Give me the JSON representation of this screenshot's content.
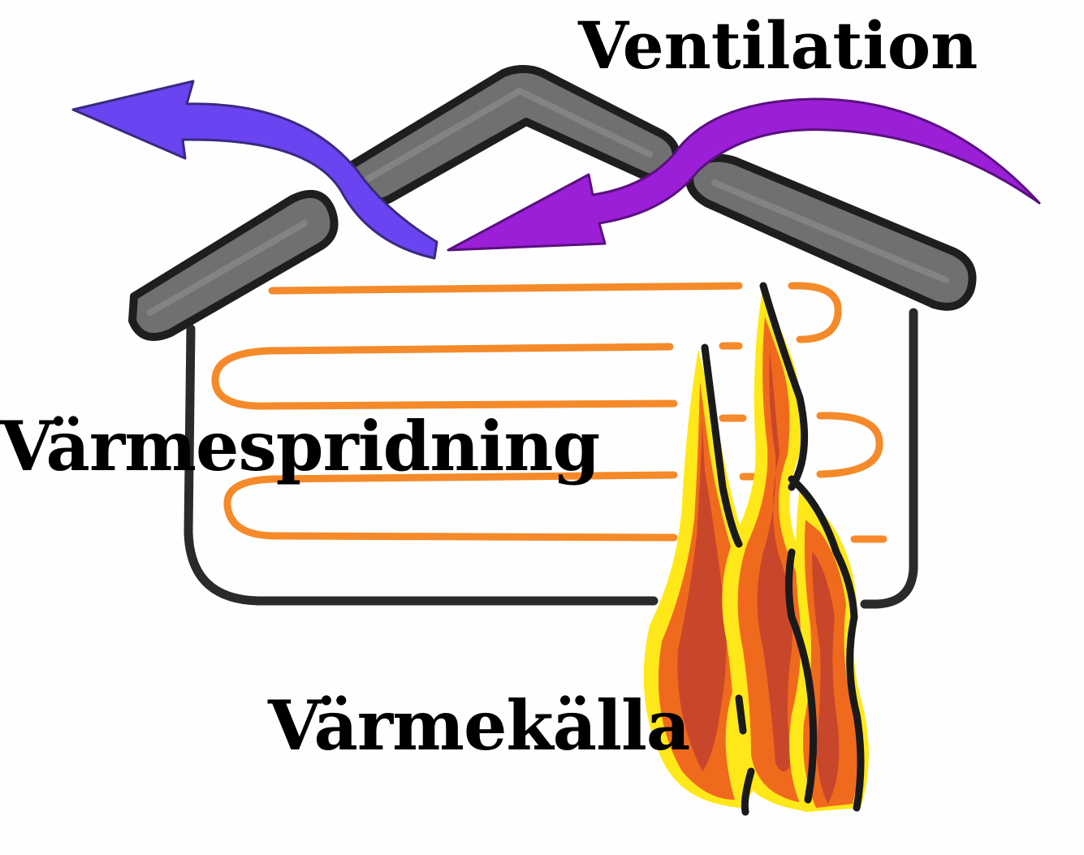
{
  "labels": {
    "ventilation": "Ventilation",
    "heat_spread": "Värmespridning",
    "heat_source": "Värmekälla"
  },
  "colors": {
    "roof_fill": "#707070",
    "roof_outline": "#1e1e1e",
    "wall_outline": "#2a2a2a",
    "heat_lines": "#f58a2a",
    "outflow_arrow": "#6a44f0",
    "inflow_arrow": "#9b1fd6",
    "flame_yellow": "#ffe81a",
    "flame_orange": "#f06a1e",
    "flame_red": "#c8472a",
    "text": "#000000"
  },
  "icons": {
    "roof": "roof-segments",
    "walls": "house-walls",
    "heat_lines": "radiating-heat-lines",
    "outflow": "outgoing-air-arrow",
    "inflow": "incoming-air-arrow",
    "fire": "flame-icon"
  }
}
